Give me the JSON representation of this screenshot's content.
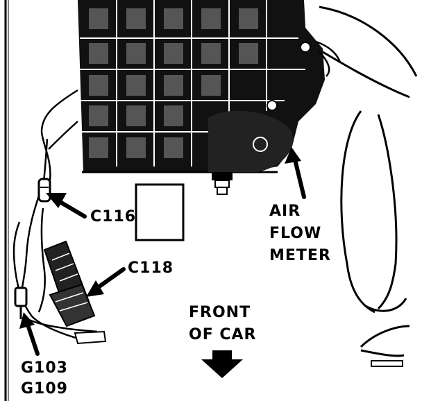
{
  "labels": {
    "c116": "C116",
    "c118": "C118",
    "air_flow_meter": [
      "AIR",
      "FLOW",
      "METER"
    ],
    "front_of_car": [
      "FRONT",
      "OF CAR"
    ],
    "g103": "G103",
    "g109": "G109"
  },
  "colors": {
    "ink": "#000000",
    "paper": "#ffffff"
  }
}
